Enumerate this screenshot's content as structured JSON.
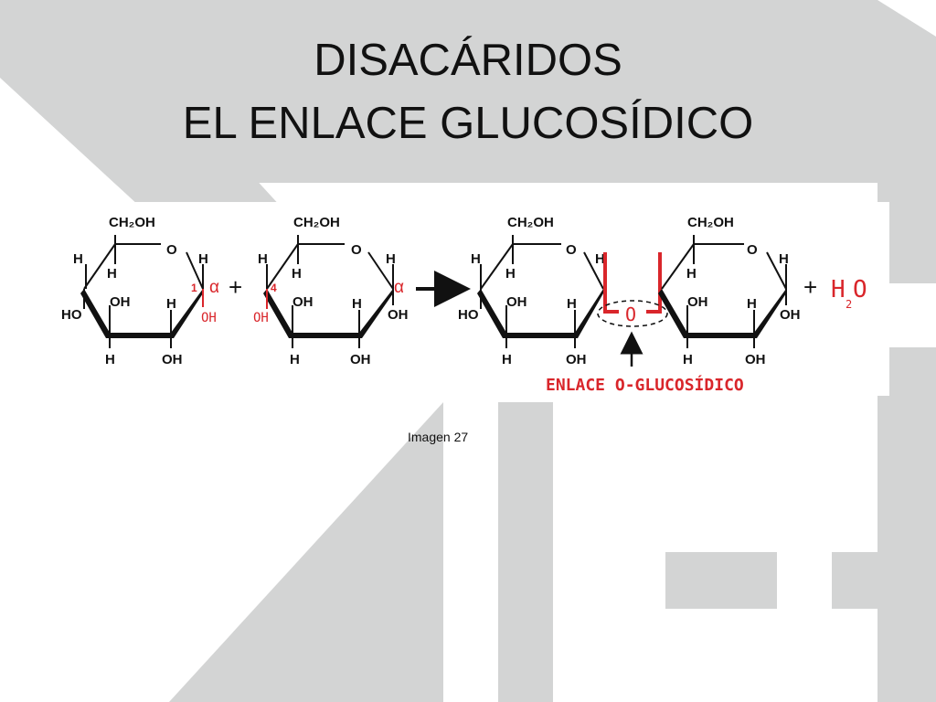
{
  "slide": {
    "title_line1": "DISACÁRIDOS",
    "title_line2": "EL ENLACE GLUCOSÍDICO",
    "caption": "Imagen 27"
  },
  "diagram": {
    "sugar1": {
      "ch2oh": "CH₂OH",
      "ring_o": "O",
      "h_top_left": "H",
      "h_top_inner": "H",
      "h_top_right": "H",
      "carbon_number": "1",
      "anomer": "α",
      "ho_left": "HO",
      "oh_mid": "OH",
      "h_mid": "H",
      "oh_anomeric": "OH",
      "h_bottom": "H",
      "oh_bottom": "OH"
    },
    "plus1": "+",
    "sugar2": {
      "ch2oh": "CH₂OH",
      "ring_o": "O",
      "h_top_left": "H",
      "h_top_inner": "H",
      "h_top_right": "H",
      "carbon_number": "4",
      "anomer": "α",
      "oh_left": "OH",
      "oh_mid": "OH",
      "h_mid": "H",
      "oh_right": "OH",
      "h_bottom": "H",
      "oh_bottom": "OH"
    },
    "product": {
      "ring1": {
        "ch2oh": "CH₂OH",
        "ring_o": "O",
        "h_top_left": "H",
        "h_top_inner": "H",
        "h_top_right": "H",
        "ho_left": "HO",
        "oh_mid": "OH",
        "h_mid": "H",
        "h_bottom": "H",
        "oh_bottom": "OH"
      },
      "bridge_o": "O",
      "ring2": {
        "ch2oh": "CH₂OH",
        "ring_o": "O",
        "h_top_inner": "H",
        "h_top_right": "H",
        "oh_mid": "OH",
        "h_mid": "H",
        "oh_right": "OH",
        "h_bottom": "H",
        "oh_bottom": "OH"
      }
    },
    "plus2": "+",
    "water": {
      "h": "H",
      "subscript": "2",
      "o": "O"
    },
    "bond_label": "ENLACE O-GLUCOSÍDICO",
    "colors": {
      "highlight": "#d9262b",
      "ink": "#111111",
      "background_shapes": "#d3d4d4"
    }
  }
}
